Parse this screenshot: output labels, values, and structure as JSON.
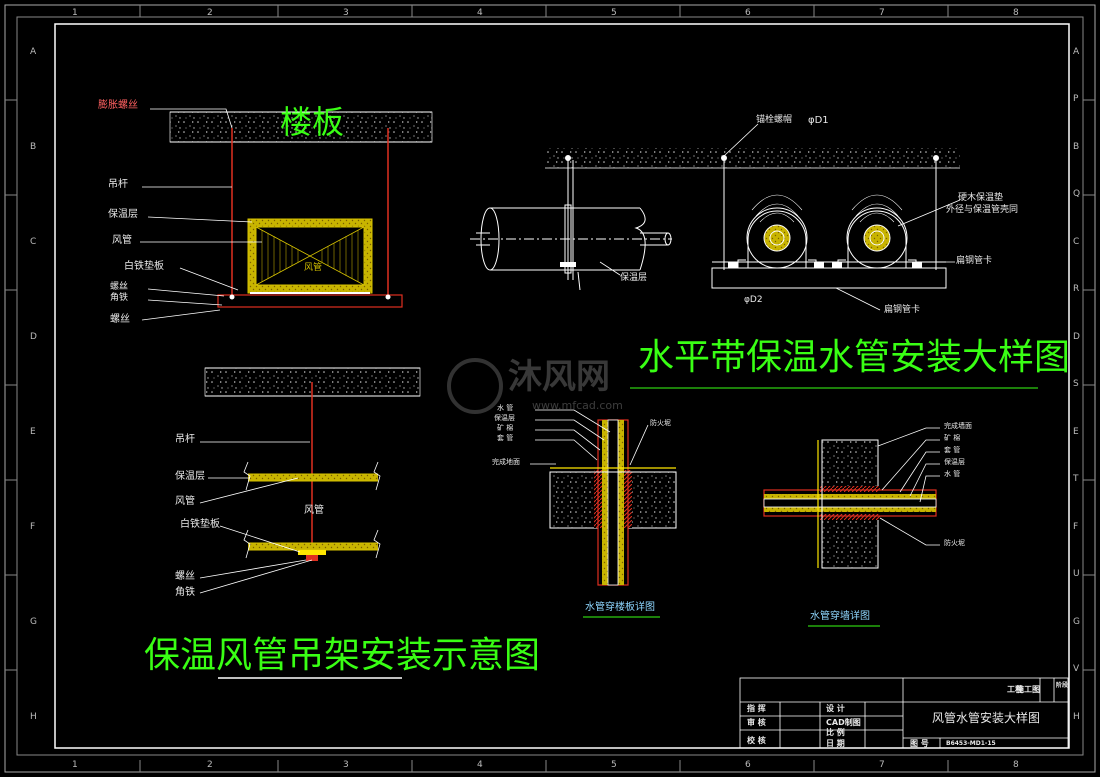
{
  "grid": {
    "columns": [
      "1",
      "2",
      "3",
      "4",
      "5",
      "6",
      "7",
      "8"
    ],
    "rows_left": [
      "A",
      "B",
      "C",
      "D",
      "E",
      "F",
      "G",
      "H"
    ],
    "rows_right": [
      "A",
      "P",
      "B",
      "Q",
      "C",
      "R",
      "D",
      "S",
      "E",
      "T",
      "F",
      "U",
      "G",
      "V",
      "H"
    ]
  },
  "fig1": {
    "floor_label": "楼板",
    "labels": [
      "膨胀螺丝",
      "吊杆",
      "保温层",
      "风管",
      "白铁垫板",
      "螺丝",
      "角铁",
      "螺丝"
    ],
    "duct_text": "风管"
  },
  "fig2": {
    "labels": [
      "吊杆",
      "保温层",
      "风管",
      "白铁垫板",
      "螺丝",
      "角铁"
    ],
    "duct_text": "风管",
    "title": "保温风管吊架安装示意图"
  },
  "fig3": {
    "labels": [
      "锚栓螺帽",
      "φD1",
      "保温层",
      "硬木保温垫",
      "外径与保温管壳同",
      "扁钢管卡",
      "φD2",
      "扁钢管卡"
    ],
    "title": "水平带保温水管安装大样图"
  },
  "fig4": {
    "labels": [
      "水 管",
      "保温层",
      "矿 棉",
      "套 管",
      "完成地面",
      "防火坭"
    ],
    "caption": "水管穿楼板详图"
  },
  "fig5": {
    "labels": [
      "完成墙面",
      "矿 棉",
      "套 管",
      "保温层",
      "水 管",
      "防火坭"
    ],
    "caption": "水管穿墙详图"
  },
  "watermark": {
    "main": "沐风网",
    "sub": "www.mfcad.com"
  },
  "title_block": {
    "cells": [
      "指 挥",
      "审 核",
      "校 核",
      "设 计",
      "CAD制图",
      "比 例",
      "日 期"
    ],
    "project": "工程",
    "company": "施工图",
    "extra": "阶段",
    "drawing_title": "风管水管安装大样图",
    "drawing_no_label": "图 号",
    "drawing_no": "B6453-MD1-15"
  }
}
